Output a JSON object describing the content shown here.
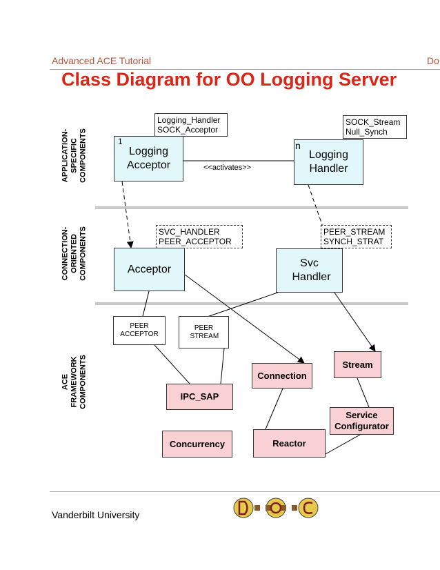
{
  "header": {
    "left": "Advanced ACE Tutorial",
    "right": "Do"
  },
  "title": "Class Diagram for OO Logging Server",
  "footer": {
    "left": "Vanderbilt University"
  },
  "logo_text": "DOC",
  "layers": {
    "app": [
      "APPLICATION-",
      "SPECIFIC",
      "COMPONENTS"
    ],
    "conn": [
      "CONNECTION-",
      "ORIENTED",
      "COMPONENTS"
    ],
    "fw": [
      "ACE",
      "FRAMEWORK",
      "COMPONENTS"
    ]
  },
  "app_classes": {
    "logging_acceptor": "Logging Acceptor",
    "logging_handler": "Logging Handler",
    "acceptor_params": [
      "Logging_Handler",
      "SOCK_Acceptor"
    ],
    "handler_params": [
      "SOCK_Stream",
      "Null_Synch"
    ],
    "mult_one": "1",
    "mult_n": "n",
    "activates": "<<activates>>"
  },
  "conn_classes": {
    "acceptor": "Acceptor",
    "svc_handler": "Svc Handler",
    "acceptor_params": [
      "SVC_HANDLER",
      "PEER_ACCEPTOR"
    ],
    "handler_params": [
      "PEER_STREAM",
      "SYNCH_STRAT"
    ]
  },
  "framework": {
    "peer_acceptor": "PEER ACCEPTOR",
    "peer_stream": "PEER STREAM",
    "ipc_sap": "IPC_SAP",
    "connection": "Connection",
    "stream": "Stream",
    "service_configurator": "Service Configurator",
    "concurrency": "Concurrency",
    "reactor": "Reactor"
  },
  "colors": {
    "accent": "#d92617",
    "header_text": "#b5533c",
    "app_box": "#e1f7f9",
    "framework_box": "#f9d0d4",
    "divider": "#c8c8c8"
  }
}
